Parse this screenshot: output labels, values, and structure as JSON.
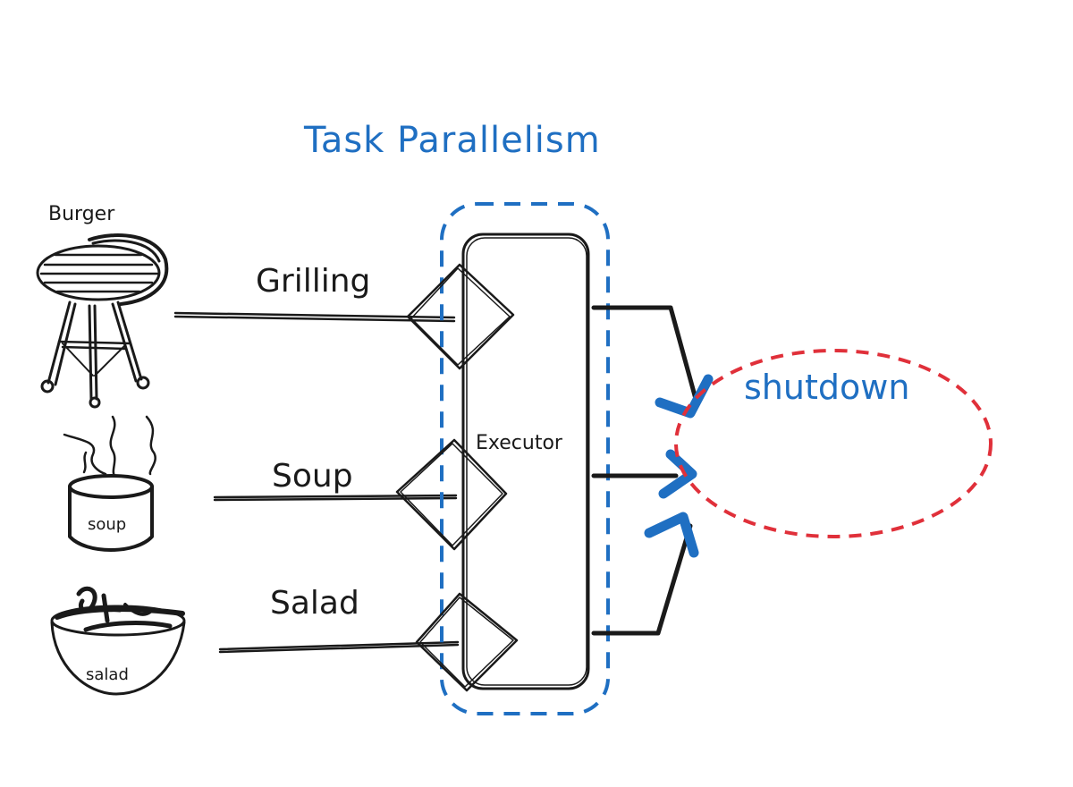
{
  "title": "Task Parallelism",
  "sources": {
    "burger_label": "Burger",
    "soup_label": "soup",
    "salad_label": "salad"
  },
  "tasks": [
    {
      "label": "Grilling"
    },
    {
      "label": "Soup"
    },
    {
      "label": "Salad"
    }
  ],
  "executor": {
    "label": "Executor"
  },
  "shutdown": {
    "label": "shutdown"
  },
  "colors": {
    "accent_blue": "#1f6fc2",
    "shutdown_red": "#e0303a",
    "ink": "#1a1a1a"
  }
}
